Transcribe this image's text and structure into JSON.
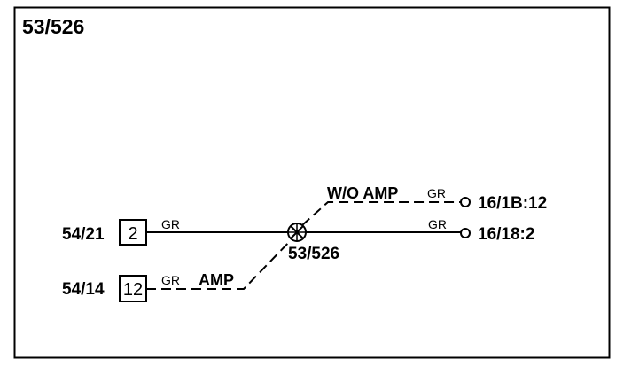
{
  "diagram": {
    "title": "53/526",
    "connectors": [
      {
        "id": "54/21",
        "pin": "2",
        "wire_color": "GR"
      },
      {
        "id": "54/14",
        "pin": "12",
        "wire_color": "GR",
        "condition": "AMP"
      }
    ],
    "splice": {
      "id": "53/526"
    },
    "outputs": [
      {
        "terminal": "16/1B:12",
        "wire_color": "GR",
        "condition": "W/O AMP"
      },
      {
        "terminal": "16/18:2",
        "wire_color": "GR"
      }
    ]
  }
}
